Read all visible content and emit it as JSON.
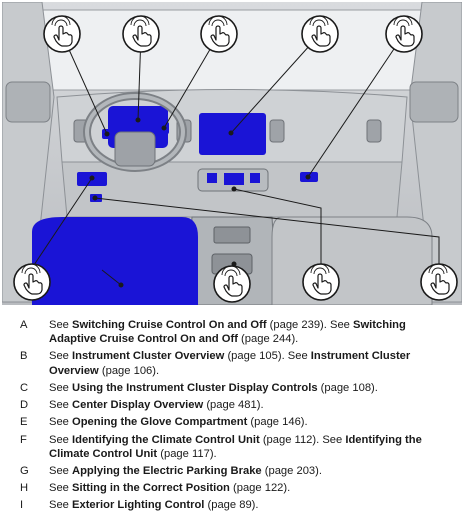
{
  "callouts": [
    {
      "letter": "A",
      "parts": [
        {
          "t": "See ",
          "b": false
        },
        {
          "t": "Switching Cruise Control On and Off",
          "b": true
        },
        {
          "t": " (page 239).  See ",
          "b": false
        },
        {
          "t": "Switching Adaptive Cruise Control On and Off",
          "b": true
        },
        {
          "t": " (page 244).",
          "b": false
        }
      ]
    },
    {
      "letter": "B",
      "parts": [
        {
          "t": "See ",
          "b": false
        },
        {
          "t": "Instrument Cluster Overview",
          "b": true
        },
        {
          "t": " (page 105).  See ",
          "b": false
        },
        {
          "t": "Instrument Cluster Overview",
          "b": true
        },
        {
          "t": " (page 106).",
          "b": false
        }
      ]
    },
    {
      "letter": "C",
      "parts": [
        {
          "t": "See ",
          "b": false
        },
        {
          "t": "Using the Instrument Cluster Display Controls",
          "b": true
        },
        {
          "t": " (page 108).",
          "b": false
        }
      ]
    },
    {
      "letter": "D",
      "parts": [
        {
          "t": "See ",
          "b": false
        },
        {
          "t": "Center Display Overview",
          "b": true
        },
        {
          "t": " (page 481).",
          "b": false
        }
      ]
    },
    {
      "letter": "E",
      "parts": [
        {
          "t": "See ",
          "b": false
        },
        {
          "t": "Opening the Glove Compartment",
          "b": true
        },
        {
          "t": " (page 146).",
          "b": false
        }
      ]
    },
    {
      "letter": "F",
      "parts": [
        {
          "t": "See ",
          "b": false
        },
        {
          "t": "Identifying the Climate Control Unit",
          "b": true
        },
        {
          "t": " (page 112).  See ",
          "b": false
        },
        {
          "t": "Identifying the Climate Control Unit",
          "b": true
        },
        {
          "t": " (page 117).",
          "b": false
        }
      ]
    },
    {
      "letter": "G",
      "parts": [
        {
          "t": "See ",
          "b": false
        },
        {
          "t": "Applying the Electric Parking Brake",
          "b": true
        },
        {
          "t": " (page 203).",
          "b": false
        }
      ]
    },
    {
      "letter": "H",
      "parts": [
        {
          "t": "See ",
          "b": false
        },
        {
          "t": "Sitting in the Correct Position",
          "b": true
        },
        {
          "t": " (page 122).",
          "b": false
        }
      ]
    },
    {
      "letter": "I",
      "parts": [
        {
          "t": "See ",
          "b": false
        },
        {
          "t": "Exterior Lighting Control",
          "b": true
        },
        {
          "t": " (page 89).",
          "b": false
        }
      ]
    }
  ],
  "figure": {
    "highlight_color": "#1a14d6",
    "line_color": "#1a1a1a",
    "hotspot_icon": "touch-hand-icon",
    "hotspot_count": 9
  }
}
